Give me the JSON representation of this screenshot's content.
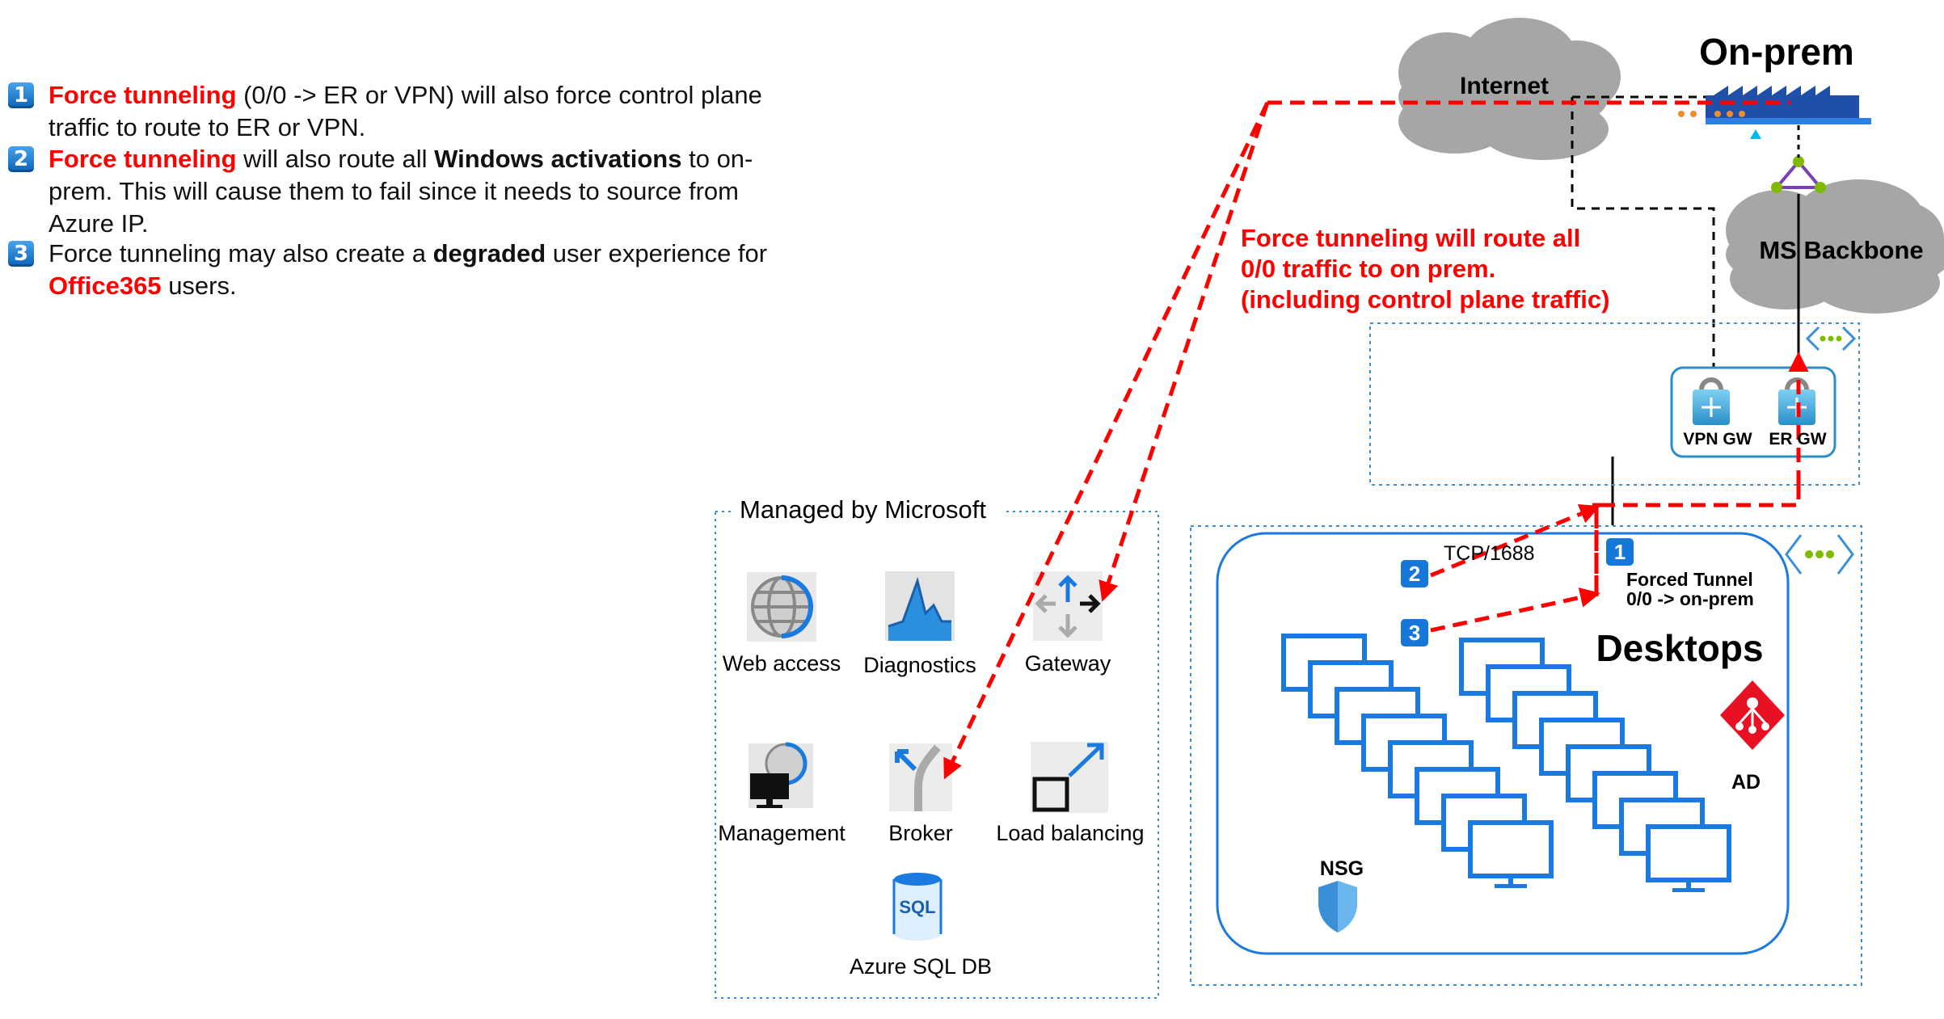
{
  "notes": [
    {
      "badge": "1",
      "parts": [
        {
          "t": "Force tunneling",
          "s": "red"
        },
        {
          "t": " (0/0 -> ER or VPN) will also force control plane traffic to route to ER or VPN.",
          "s": ""
        }
      ]
    },
    {
      "badge": "2",
      "parts": [
        {
          "t": "Force tunneling",
          "s": "red"
        },
        {
          "t": " will also route all ",
          "s": ""
        },
        {
          "t": "Windows activations",
          "s": "b"
        },
        {
          "t": " to on-prem. This will cause them to fail since it needs to source from Azure IP.",
          "s": ""
        }
      ]
    },
    {
      "badge": "3",
      "parts": [
        {
          "t": "Force tunneling may also create a ",
          "s": ""
        },
        {
          "t": "degraded",
          "s": "b"
        },
        {
          "t": " user experience for ",
          "s": ""
        },
        {
          "t": "Office365",
          "s": "red"
        },
        {
          "t": " users.",
          "s": ""
        }
      ]
    }
  ],
  "diagram": {
    "onprem": "On-prem",
    "internet": "Internet",
    "ms_backbone": "MS Backbone",
    "force_note": [
      "Force tunneling will route all",
      "0/0 traffic to on prem.",
      "(including control plane traffic)"
    ],
    "vpn_gw": "VPN GW",
    "er_gw": "ER GW",
    "managed": "Managed by Microsoft",
    "services": {
      "web_access": "Web access",
      "diagnostics": "Diagnostics",
      "gateway": "Gateway",
      "management": "Management",
      "broker": "Broker",
      "load_balancing": "Load balancing",
      "azure_sql": "Azure SQL DB",
      "sql_badge": "SQL"
    },
    "tcp": "TCP/1688",
    "forced_tunnel": [
      "Forced Tunnel",
      "0/0 -> on-prem"
    ],
    "desktops": "Desktops",
    "ad": "AD",
    "nsg": "NSG",
    "badges": [
      "1",
      "2",
      "3"
    ]
  },
  "colors": {
    "accent_red": "#ff0000",
    "azure_blue": "#0a78d7",
    "cloud_gray": "#a6a6a6"
  }
}
